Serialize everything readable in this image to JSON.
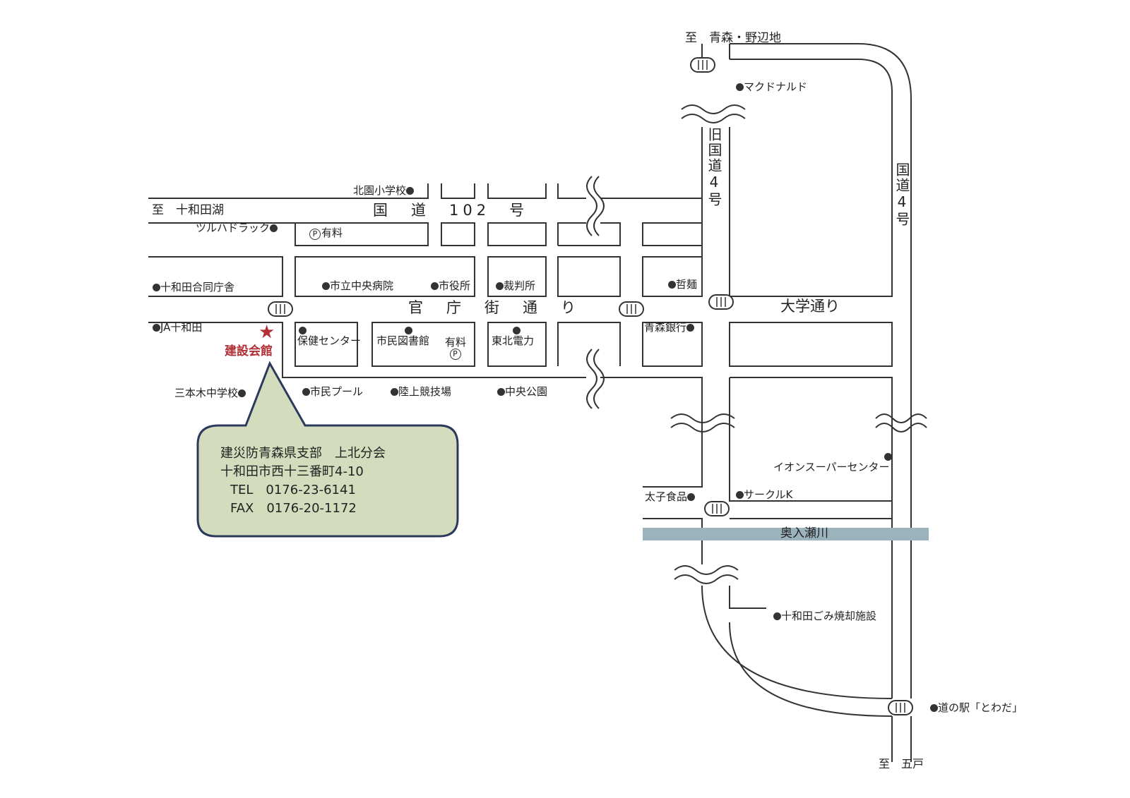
{
  "destinations": {
    "north": "至　青森・野辺地",
    "west": "至　十和田湖",
    "south": "至　五戸"
  },
  "roads": {
    "route102": "国　道　102　号",
    "kanchogai": "官　庁　街　通　り",
    "daigaku": "大学通り",
    "old_route4": "旧国道4号",
    "route4": "国道4号",
    "river": "奥入瀬川"
  },
  "landmarks": {
    "kitazono_school": "北園小学校",
    "tsuruha": "ツルハドラック",
    "parking_paid": "有料",
    "gododaisha": "十和田合同庁舎",
    "hospital": "市立中央病院",
    "city_hall": "市役所",
    "court": "裁判所",
    "tetsumen": "哲麺",
    "ja": "JA十和田",
    "health_center": "保健センター",
    "library": "市民図書館",
    "library_parking": "有料",
    "tohoku_electric": "東北電力",
    "aomori_bank": "青森銀行",
    "sanbongi_school": "三本木中学校",
    "pool": "市民プール",
    "stadium": "陸上競技場",
    "central_park": "中央公園",
    "mcdonalds": "マクドナルド",
    "aeon": "イオンスーパーセンター",
    "taishi": "太子食品",
    "circle_k": "サークルK",
    "incinerator": "十和田ごみ焼却施設",
    "michinoeki": "道の駅「とわだ」"
  },
  "target": {
    "name": "建設会館",
    "star": "★",
    "color": "#b03035"
  },
  "callout": {
    "line1": "建災防青森県支部　上北分会",
    "line2": "十和田市西十三番町4-10",
    "line3": "TEL　0176-23-6141",
    "line4": "FAX　0176-20-1172",
    "fill": "#d3dcbd",
    "border": "#2b3a5c"
  },
  "colors": {
    "river": "#9bb3bd",
    "road_line": "#333333"
  }
}
